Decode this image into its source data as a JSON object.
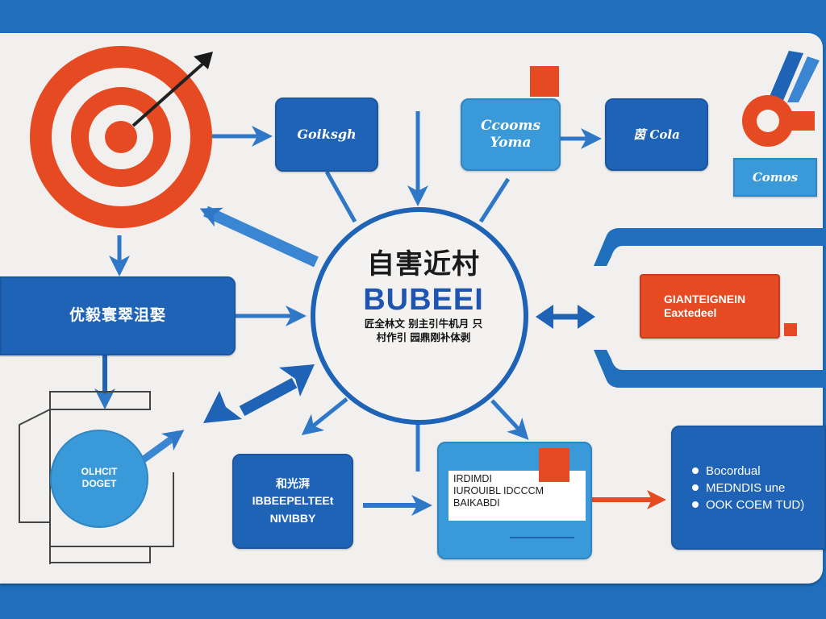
{
  "colors": {
    "frame_blue": "#1f6fbd",
    "panel_bg": "#f1f0ee",
    "dark_blue": "#1e63b5",
    "light_blue": "#3a9ad9",
    "accent_red": "#e64a22",
    "arrow_blue": "#2f78c8"
  },
  "target": {
    "icon": "target-with-dart-icon"
  },
  "nodes": {
    "top_box_1": {
      "label": "Goiksgh"
    },
    "top_box_2": {
      "line1": "Ccooms",
      "line2": "Yoma"
    },
    "top_box_3": {
      "label": "茵 Cola"
    },
    "logo_box": {
      "label": "Comos"
    },
    "left_box": {
      "label": "优毅寰翠沮娶"
    },
    "center": {
      "title": "自害近村",
      "brand": "BUBEEI",
      "sub1": "匠全林文 别主引牛机月 只",
      "sub2": "村作引 园鼎刚补体剥"
    },
    "circle_node": {
      "line1": "OLHCIT",
      "line2": "DOGET"
    },
    "red_box": {
      "line1": "GIANTEIGNEIN",
      "line2": "Eaxtedeel"
    },
    "bottom_box_1": {
      "line1": "和光湃",
      "line2": "IBBEEPELTEEt",
      "line3": "NIVIBBY"
    },
    "card": {
      "line1": "IRDIMDI",
      "line2": "IUROUIBL  IDCCCM",
      "line3": "BAIKABDI"
    },
    "bullets_box": {
      "items": [
        "Bocordual",
        "MEDNDIS une",
        "OOK COEM TUD)"
      ]
    }
  }
}
